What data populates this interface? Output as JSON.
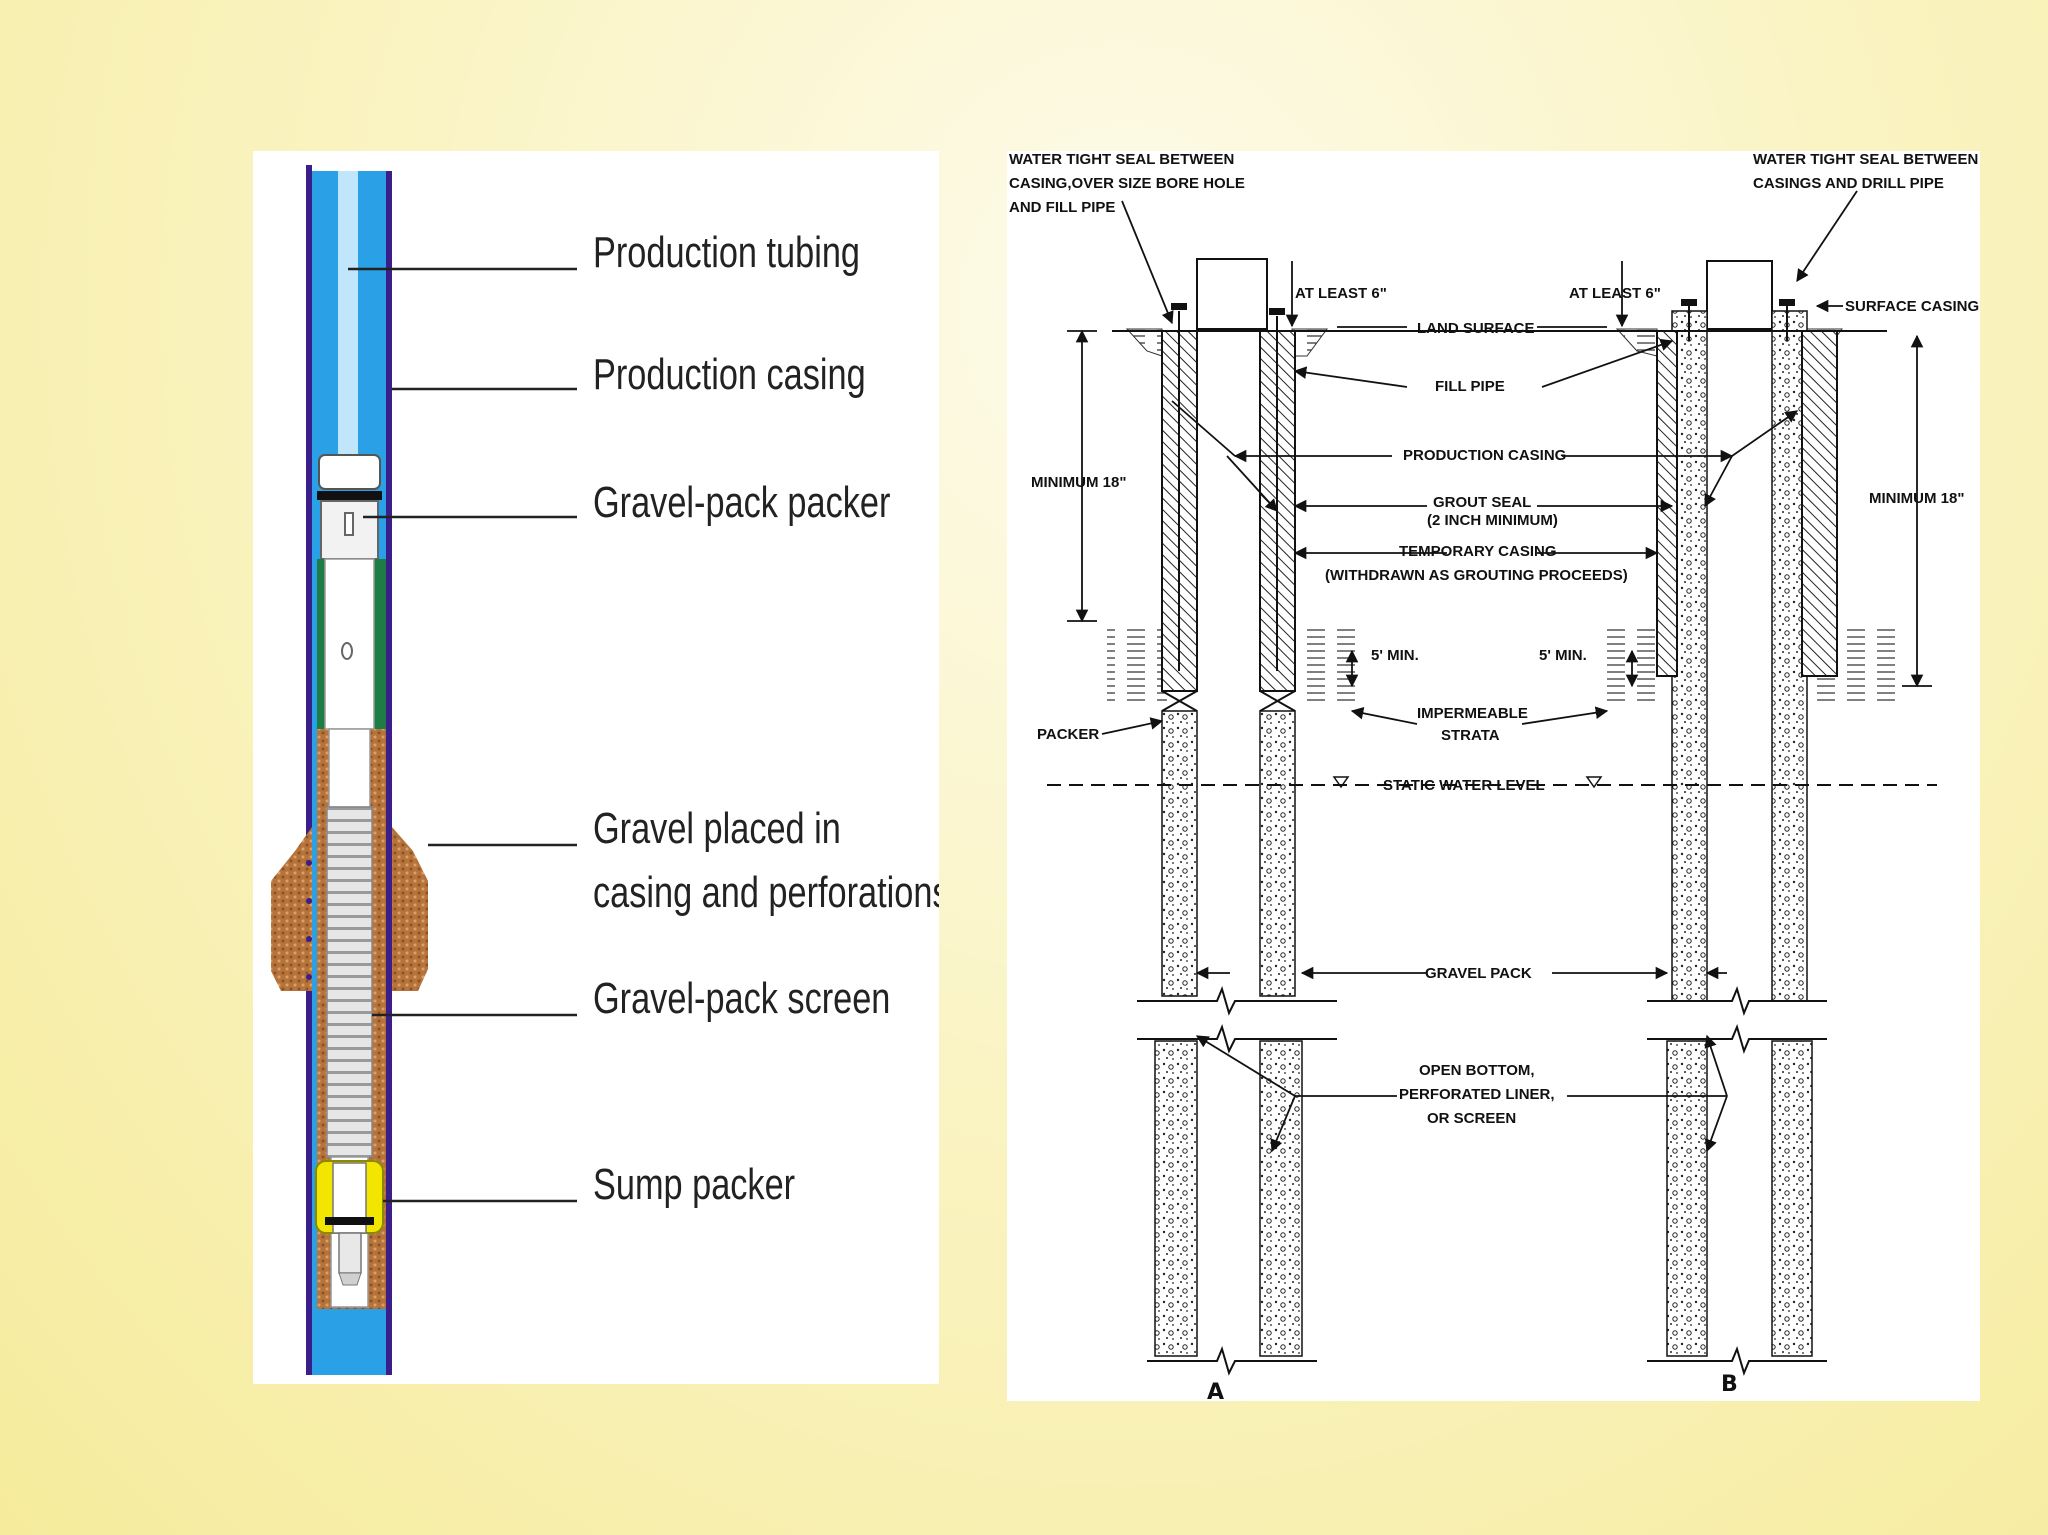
{
  "left_diagram": {
    "labels": [
      {
        "text": "Production tubing"
      },
      {
        "text": "Production casing"
      },
      {
        "text": "Gravel-pack packer"
      },
      {
        "text": "Gravel placed in"
      },
      {
        "text": "casing and perforations"
      },
      {
        "text": "Gravel-pack screen"
      },
      {
        "text": "Sump packer"
      }
    ],
    "colors": {
      "casing_outer": "#3a1f8a",
      "casing_fill": "#2aa1e6",
      "tubing": "#bfe6fb",
      "packer_green": "#1d7d45",
      "gravel": "#b7743a",
      "sump_packer": "#f2e600"
    }
  },
  "right_diagram": {
    "callouts": {
      "seal_a": [
        "WATER TIGHT SEAL BETWEEN",
        "CASING,OVER SIZE BORE HOLE",
        "AND FILL PIPE"
      ],
      "seal_b": [
        "WATER TIGHT SEAL BETWEEN",
        "CASINGS AND DRILL PIPE"
      ],
      "at_least_a": "AT LEAST 6\"",
      "at_least_b": "AT LEAST 6\"",
      "surface_casing": "SURFACE CASING",
      "land_surface": "LAND SURFACE",
      "fill_pipe": "FILL PIPE",
      "production_casing": "PRODUCTION CASING",
      "grout_seal": [
        "GROUT SEAL",
        "(2 INCH MINIMUM)"
      ],
      "temporary_casing": [
        "TEMPORARY CASING",
        "(WITHDRAWN AS GROUTING PROCEEDS)"
      ],
      "minimum_a": "MINIMUM 18\"",
      "minimum_b": "MINIMUM 18\"",
      "five_min_a": "5' MIN.",
      "five_min_b": "5' MIN.",
      "packer": "PACKER",
      "impermeable": [
        "IMPERMEABLE",
        "STRATA"
      ],
      "static_water": "STATIC WATER LEVEL",
      "gravel_pack": "GRAVEL PACK",
      "open_bottom": [
        "OPEN BOTTOM,",
        "PERFORATED LINER,",
        "OR SCREEN"
      ]
    },
    "panel_letters": [
      "A",
      "B"
    ]
  }
}
